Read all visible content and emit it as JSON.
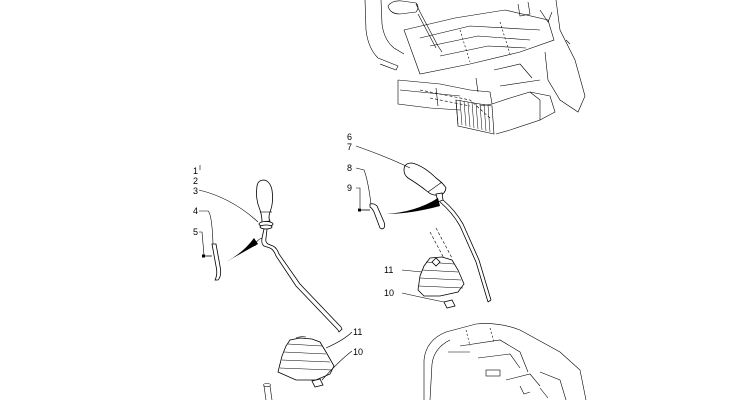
{
  "diagram": {
    "callouts_left": [
      {
        "id": "c1",
        "text": "1"
      },
      {
        "id": "c2",
        "text": "2"
      },
      {
        "id": "c3",
        "text": "3"
      },
      {
        "id": "c4",
        "text": "4"
      },
      {
        "id": "c5",
        "text": "5"
      },
      {
        "id": "c11a",
        "text": "11"
      },
      {
        "id": "c10a",
        "text": "10"
      }
    ],
    "callouts_right": [
      {
        "id": "c6",
        "text": "6"
      },
      {
        "id": "c7",
        "text": "7"
      },
      {
        "id": "c8",
        "text": "8"
      },
      {
        "id": "c9",
        "text": "9"
      },
      {
        "id": "c11b",
        "text": "11"
      },
      {
        "id": "c10b",
        "text": "10"
      }
    ]
  }
}
